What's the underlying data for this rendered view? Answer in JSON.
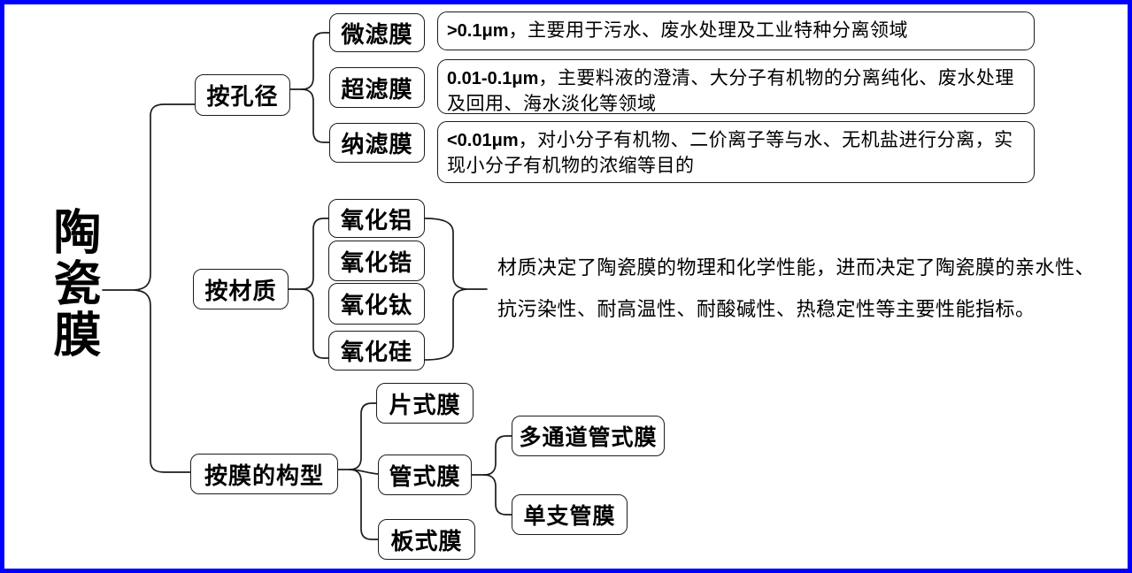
{
  "root": {
    "label": "陶瓷膜"
  },
  "branches": {
    "pore": {
      "label": "按孔径",
      "children": [
        {
          "label": "微滤膜",
          "desc_prefix": ">0.1μm",
          "desc": "，主要用于污水、废水处理及工业特种分离领域"
        },
        {
          "label": "超滤膜",
          "desc_prefix": "0.01-0.1μm",
          "desc": "，主要料液的澄清、大分子有机物的分离纯化、废水处理及回用、海水淡化等领域"
        },
        {
          "label": "纳滤膜",
          "desc_prefix": "<0.01μm",
          "desc": "，对小分子有机物、二价离子等与水、无机盐进行分离，实现小分子有机物的浓缩等目的"
        }
      ]
    },
    "material": {
      "label": "按材质",
      "children": [
        {
          "label": "氧化铝"
        },
        {
          "label": "氧化锆"
        },
        {
          "label": "氧化钛"
        },
        {
          "label": "氧化硅"
        }
      ],
      "note_lines": [
        "材质决定了陶瓷膜的物理和化学性能，进而决定了陶瓷膜的亲水性、",
        "抗污染性、耐高温性、耐酸碱性、热稳定性等主要性能指标。"
      ]
    },
    "structure": {
      "label": "按膜的构型",
      "children": [
        {
          "label": "片式膜"
        },
        {
          "label": "管式膜"
        },
        {
          "label": "板式膜"
        }
      ],
      "tube_children": [
        {
          "label": "多通道管式膜"
        },
        {
          "label": "单支管膜"
        }
      ]
    }
  },
  "colors": {
    "frame_blue": "#0000fe",
    "line_black": "#1c1c1c"
  }
}
